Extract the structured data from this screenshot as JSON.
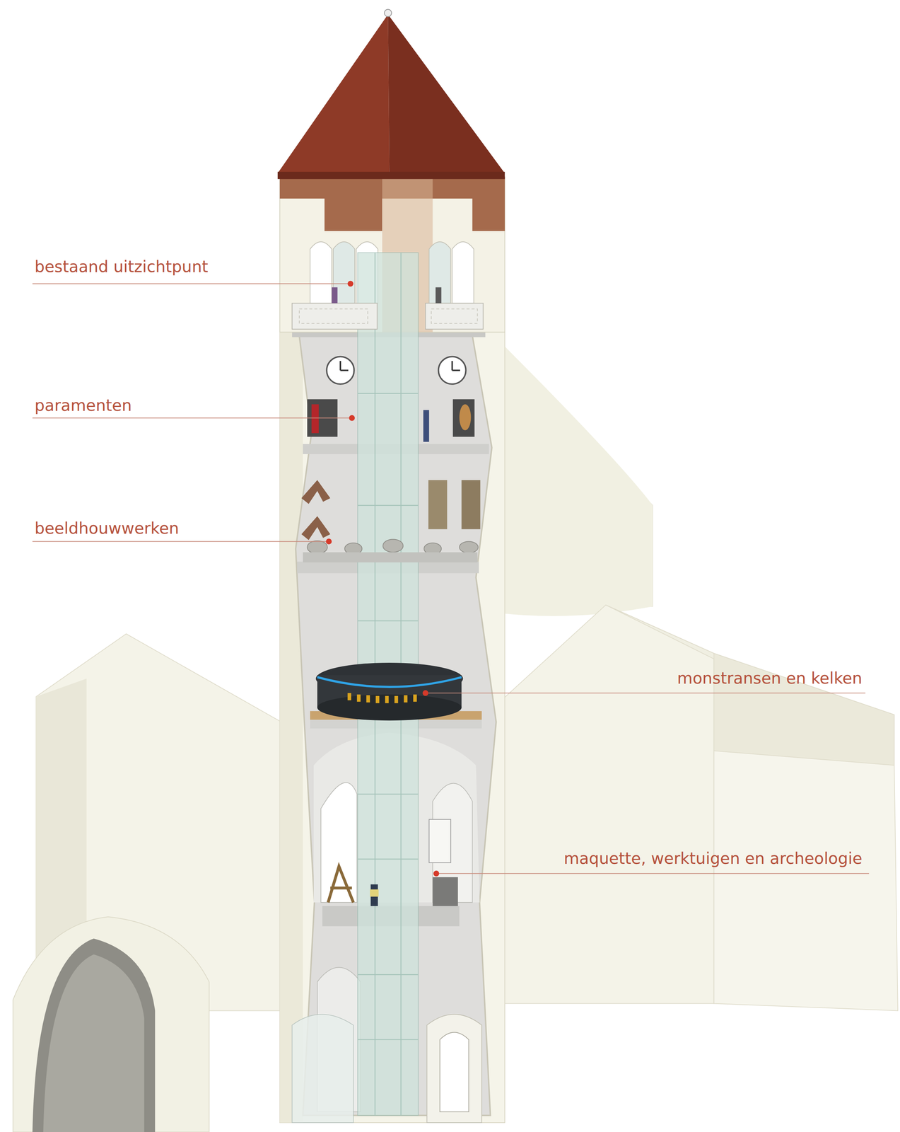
{
  "diagram": {
    "labels": [
      "bestaand uitzichtpunt",
      "paramenten",
      "beeldhouwwerken",
      "monstransen en kelken",
      "maquette, werktuigen en archeologie"
    ]
  }
}
